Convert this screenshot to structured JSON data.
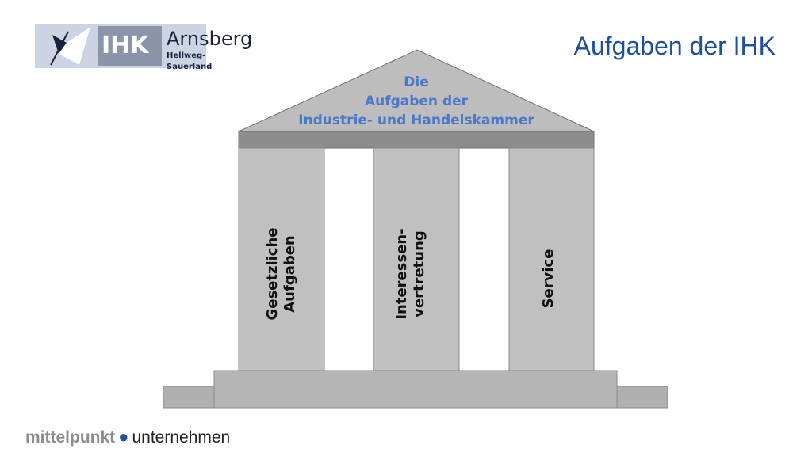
{
  "logo": {
    "brand": "IHK",
    "city": "Arnsberg",
    "region": "Hellweg-Sauerland"
  },
  "slide_title": "Aufgaben der IHK",
  "temple": {
    "roof_lines": [
      "Die",
      "Aufgaben der",
      "Industrie- und Handelskammer"
    ],
    "columns": [
      {
        "lines": [
          "Gesetzliche",
          "Aufgaben"
        ]
      },
      {
        "lines": [
          "Interessen-",
          "vertretung"
        ]
      },
      {
        "lines": [
          "Service"
        ]
      }
    ]
  },
  "footer": {
    "word1": "mittelpunkt",
    "dot": "●",
    "word2": "unternehmen"
  },
  "colors": {
    "title": "#1f4fa0",
    "roof_text": "#4c78c8",
    "roof_fill": "#bdbdbd",
    "column_fill": "#c0c0c0",
    "beam_fill": "#8d8d8d",
    "base_fill": "#b5b5b5"
  }
}
